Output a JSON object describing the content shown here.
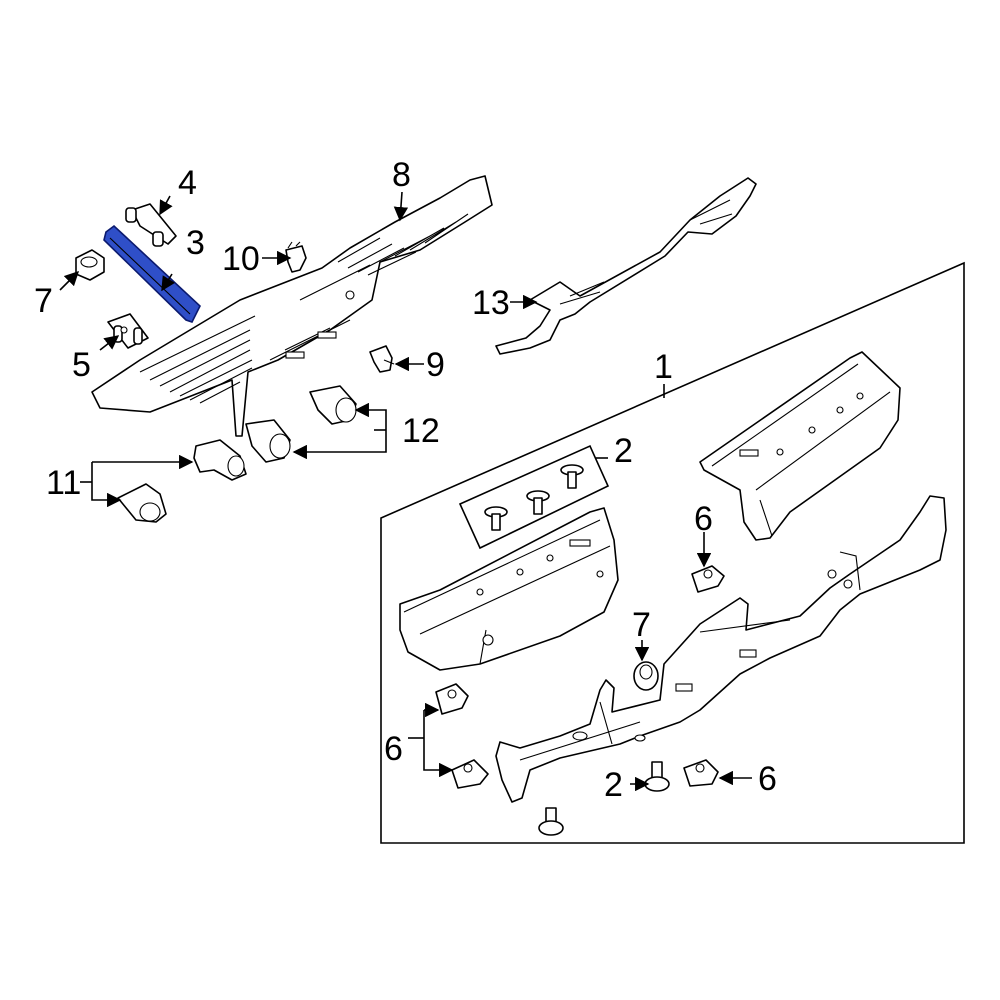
{
  "diagram": {
    "highlight_color": "#2f4fc8",
    "line_color": "#000000",
    "callouts": {
      "c1": "1",
      "c2a": "2",
      "c2b": "2",
      "c3": "3",
      "c4": "4",
      "c5": "5",
      "c6a": "6",
      "c6b": "6",
      "c6c": "6",
      "c7a": "7",
      "c7b": "7",
      "c8": "8",
      "c9": "9",
      "c10": "10",
      "c11": "11",
      "c12": "12",
      "c13": "13"
    }
  }
}
